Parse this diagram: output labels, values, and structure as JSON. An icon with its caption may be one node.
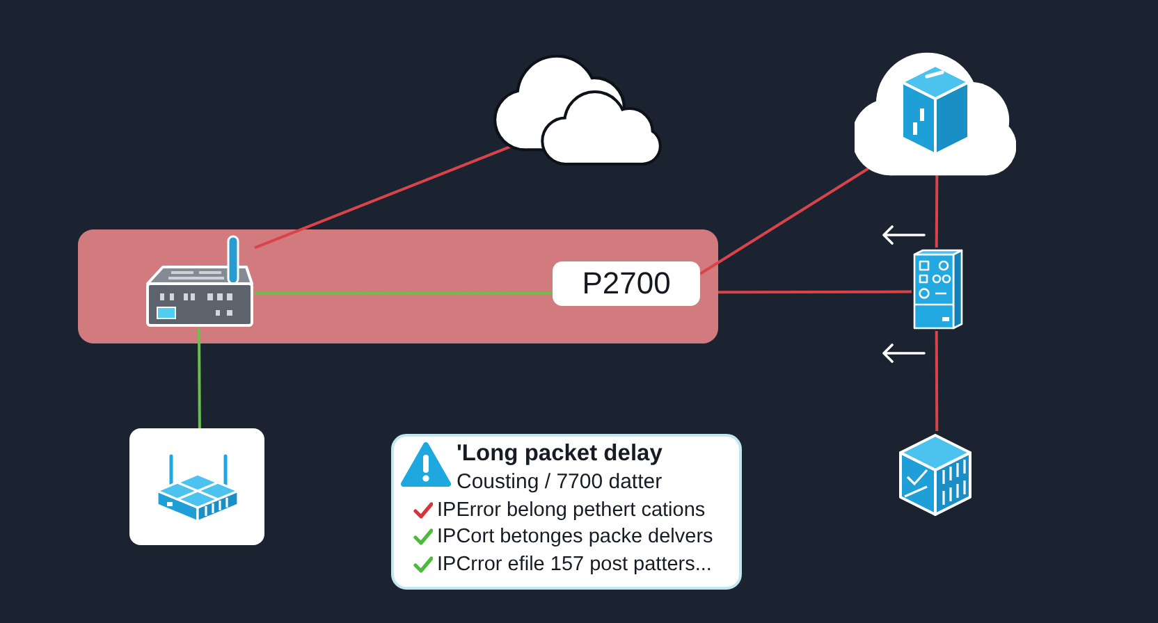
{
  "diagram": {
    "nodes": [
      {
        "text": [],
        "shape": "cloud"
      },
      {
        "text": [],
        "shape": "cloud"
      },
      {
        "text": [],
        "shape": "box"
      },
      {
        "text": [],
        "shape": "picture",
        "in": 2
      },
      {
        "text": [
          "P2700"
        ],
        "in": 2
      },
      {
        "text": [],
        "shape": "picture"
      },
      {
        "text": [],
        "shape": "box"
      },
      {
        "text": [
          "'Long packet delay",
          "Cousting / 7700 datter",
          "IPError belong pethert cations",
          "IPCort betonges packe delvers",
          "IPCrror efile 157 post patters..."
        ]
      },
      {
        "text": [],
        "shape": "picture"
      }
    ],
    "edges": [
      {
        "from": 3,
        "to": 0,
        "arrow": "none"
      },
      {
        "from": 3,
        "to": 4,
        "arrow": "none",
        "color": "#6cc04a"
      },
      {
        "from": 4,
        "to": 1,
        "arrow": "none"
      },
      {
        "from": 2,
        "to": 5,
        "arrow": "none"
      },
      {
        "from": 1,
        "to": 5,
        "arrow": "none"
      },
      {
        "from": 5,
        "to": 8,
        "arrow": "none"
      },
      {
        "from": 3,
        "to": 6,
        "arrow": "none",
        "color": "#6cc04a"
      }
    ]
  }
}
